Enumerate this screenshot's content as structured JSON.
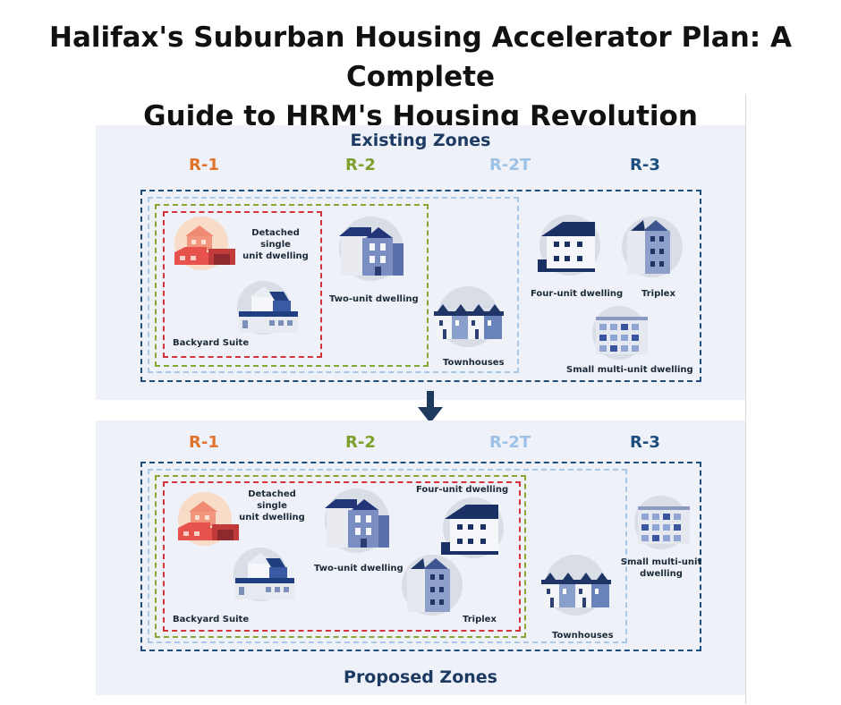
{
  "title": {
    "line1": "Halifax's Suburban Housing Accelerator Plan: A Complete",
    "line2": "Guide to HRM's Housing Revolution"
  },
  "existing": {
    "heading": "Existing Zones",
    "zones": {
      "r1": "R-1",
      "r2": "R-2",
      "r2t": "R-2T",
      "r3": "R-3"
    },
    "labels": {
      "detached_1": "Detached single",
      "detached_2": "unit dwelling",
      "backyard": "Backyard Suite",
      "two_unit": "Two-unit dwelling",
      "townhouses": "Townhouses",
      "four_unit": "Four-unit dwelling",
      "triplex": "Triplex",
      "small_multi": "Small multi-unit dwelling"
    }
  },
  "proposed": {
    "heading": "Proposed Zones",
    "zones": {
      "r1": "R-1",
      "r2": "R-2",
      "r2t": "R-2T",
      "r3": "R-3"
    },
    "labels": {
      "detached_1": "Detached single",
      "detached_2": "unit dwelling",
      "backyard": "Backyard Suite",
      "two_unit": "Two-unit dwelling",
      "four_unit": "Four-unit dwelling",
      "triplex": "Triplex",
      "townhouses": "Townhouses",
      "small_multi_1": "Small multi-unit",
      "small_multi_2": "dwelling"
    }
  },
  "icons": [
    "detached-house-icon",
    "backyard-suite-icon",
    "two-unit-dwelling-icon",
    "townhouses-icon",
    "four-unit-dwelling-icon",
    "triplex-icon",
    "small-multi-unit-icon",
    "down-arrow-icon"
  ],
  "colors": {
    "r1": "#e0742c",
    "r2": "#7ea02c",
    "r2t": "#9ec1e6",
    "r3": "#1d4e7e",
    "r1_border": "#d4333d",
    "panel": "#eef1f7",
    "heading": "#1d3a63"
  }
}
